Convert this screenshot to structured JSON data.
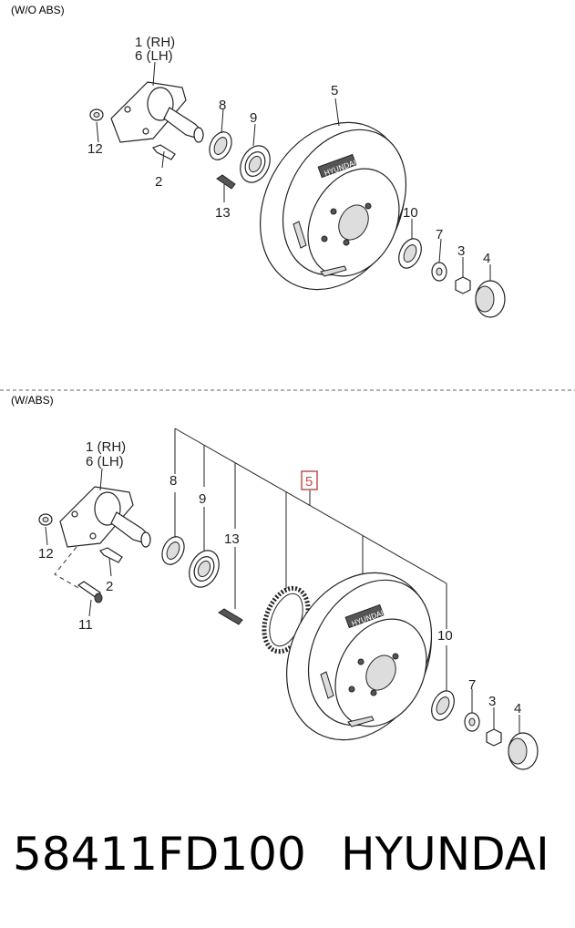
{
  "sections": {
    "without_abs": {
      "label": "(W/O ABS)",
      "callouts": {
        "c1": "1 (RH)",
        "c6": "6 (LH)",
        "c5": "5",
        "c8": "8",
        "c9": "9",
        "c12": "12",
        "c2": "2",
        "c13": "13",
        "c10": "10",
        "c7": "7",
        "c3": "3",
        "c4": "4"
      }
    },
    "with_abs": {
      "label": "(W/ABS)",
      "callouts": {
        "c1": "1 (RH)",
        "c6": "6 (LH)",
        "c8": "8",
        "c9": "9",
        "c13": "13",
        "c5": "5",
        "c12": "12",
        "c2": "2",
        "c11": "11",
        "c10": "10",
        "c7": "7",
        "c3": "3",
        "c4": "4"
      }
    }
  },
  "drum_marking": "HYUNDAI",
  "footer": {
    "part_number": "58411FD100",
    "brand": "HYUNDAI"
  },
  "colors": {
    "highlight": "#c84b4b",
    "line": "#222222",
    "divider": "#666666"
  }
}
